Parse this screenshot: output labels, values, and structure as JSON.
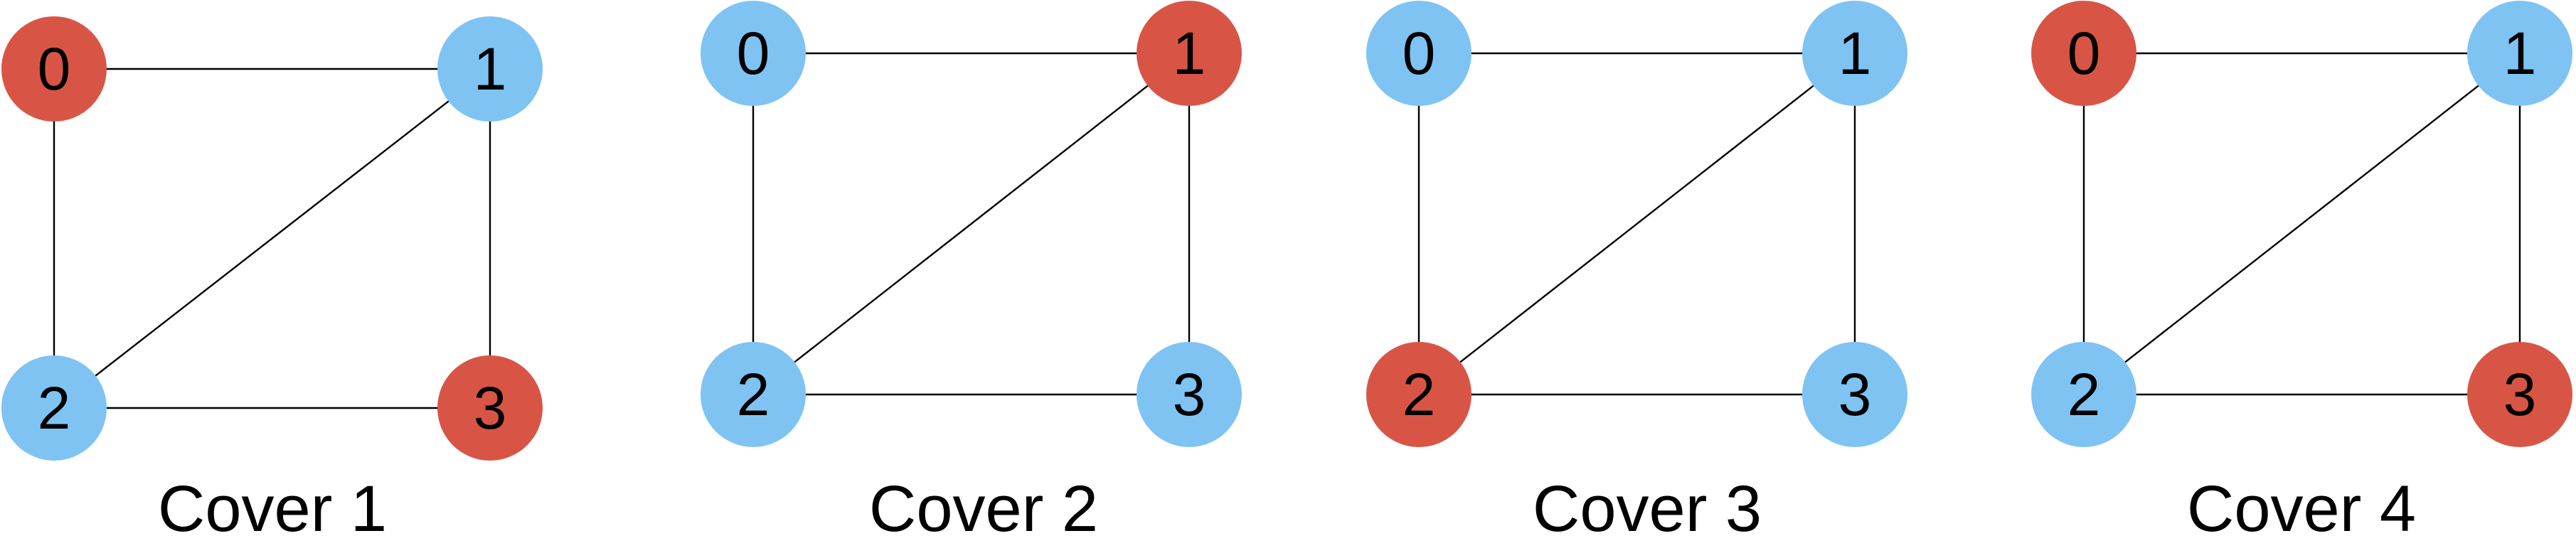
{
  "colors": {
    "selected": "#d85545",
    "unselected": "#7fc3f3",
    "edge": "#000000"
  },
  "graph": {
    "nodes": [
      "0",
      "1",
      "2",
      "3"
    ],
    "edges": [
      [
        "0",
        "1"
      ],
      [
        "0",
        "2"
      ],
      [
        "1",
        "2"
      ],
      [
        "1",
        "3"
      ],
      [
        "2",
        "3"
      ]
    ]
  },
  "covers": [
    {
      "caption": "Cover 1",
      "selected_nodes": [
        "0",
        "3"
      ]
    },
    {
      "caption": "Cover 2",
      "selected_nodes": [
        "1"
      ]
    },
    {
      "caption": "Cover 3",
      "selected_nodes": [
        "2"
      ]
    },
    {
      "caption": "Cover 4",
      "selected_nodes": [
        "0",
        "3"
      ]
    }
  ]
}
